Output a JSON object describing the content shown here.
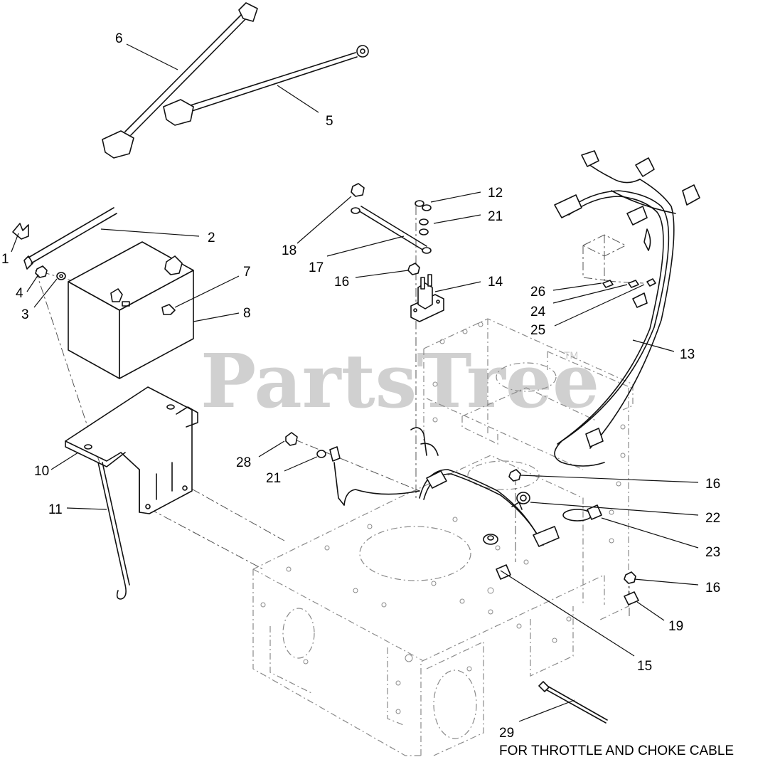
{
  "watermark": {
    "text": "PartsTree",
    "tm": "TM"
  },
  "note": "FOR THROTTLE AND CHOKE CABLE",
  "callouts": [
    {
      "id": "c1",
      "label": "1"
    },
    {
      "id": "c2",
      "label": "2"
    },
    {
      "id": "c3",
      "label": "3"
    },
    {
      "id": "c4",
      "label": "4"
    },
    {
      "id": "c5",
      "label": "5"
    },
    {
      "id": "c6",
      "label": "6"
    },
    {
      "id": "c7",
      "label": "7"
    },
    {
      "id": "c8",
      "label": "8"
    },
    {
      "id": "c10",
      "label": "10"
    },
    {
      "id": "c11",
      "label": "11"
    },
    {
      "id": "c12",
      "label": "12"
    },
    {
      "id": "c13",
      "label": "13"
    },
    {
      "id": "c14",
      "label": "14"
    },
    {
      "id": "c15",
      "label": "15"
    },
    {
      "id": "c16a",
      "label": "16"
    },
    {
      "id": "c16b",
      "label": "16"
    },
    {
      "id": "c16c",
      "label": "16"
    },
    {
      "id": "c17",
      "label": "17"
    },
    {
      "id": "c18",
      "label": "18"
    },
    {
      "id": "c19",
      "label": "19"
    },
    {
      "id": "c21a",
      "label": "21"
    },
    {
      "id": "c21b",
      "label": "21"
    },
    {
      "id": "c22",
      "label": "22"
    },
    {
      "id": "c23",
      "label": "23"
    },
    {
      "id": "c24",
      "label": "24"
    },
    {
      "id": "c25",
      "label": "25"
    },
    {
      "id": "c26",
      "label": "26"
    },
    {
      "id": "c28",
      "label": "28"
    },
    {
      "id": "c29",
      "label": "29"
    }
  ]
}
